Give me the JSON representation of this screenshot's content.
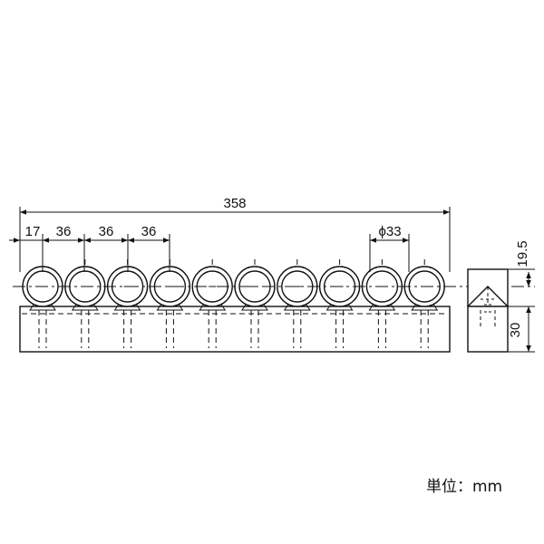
{
  "dimensions": {
    "overall_length": "358",
    "edge_offset": "17",
    "pitch_1": "36",
    "pitch_2": "36",
    "pitch_3": "36",
    "hole_diameter": "ϕ33",
    "side_top_height": "19.5",
    "side_body_height": "30"
  },
  "hole_count": 10,
  "unit": "単位：mm"
}
